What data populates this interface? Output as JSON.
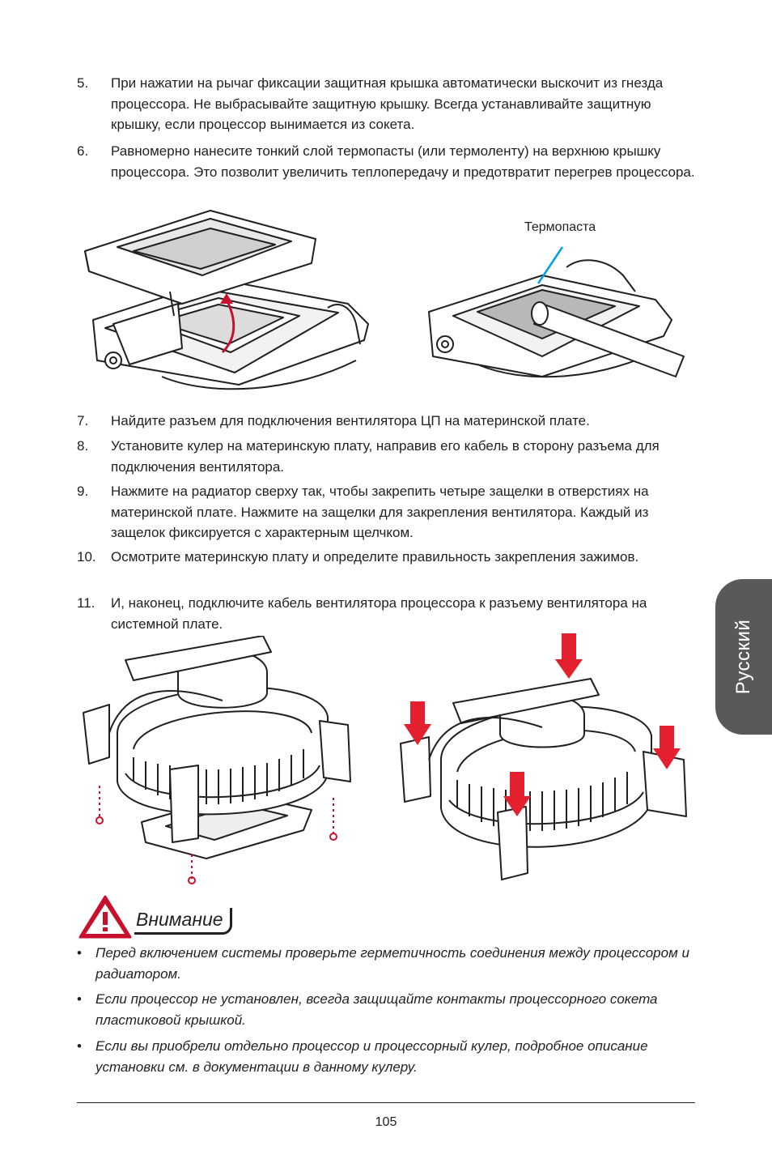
{
  "side_tab": {
    "label": "Русский"
  },
  "steps_top": [
    {
      "num": "5.",
      "text": "При нажатии на рычаг фиксации защитная крышка автоматически выскочит из гнезда процессора. Не выбрасывайте защитную крышку. Всегда устанавливайте защитную крышку, если процессор вынимается из сокета."
    },
    {
      "num": "6.",
      "text": "Равномерно нанесите тонкий слой термопасты (или термоленту) на верхнюю крышку процессора. Это позволит увеличить теплопередачу и предотвратит перегрев процессора."
    }
  ],
  "figure1": {
    "label_thermal_paste": "Термопаста"
  },
  "steps_middle": [
    {
      "num": "7.",
      "text": "Найдите разъем для подключения вентилятора ЦП на материнской плате."
    },
    {
      "num": "8.",
      "text": "Установите кулер на материнскую плату, направив его кабель в сторону разъема для подключения вентилятора."
    },
    {
      "num": "9.",
      "text": "Нажмите на радиатор сверху так, чтобы закрепить четыре защелки в отверстиях на материнской плате. Нажмите на защелки для закрепления вентилятора. Каждый из защелок фиксируется с характерным щелчком."
    },
    {
      "num": "10.",
      "text": "Осмотрите материнскую плату и определите правильность закрепления зажимов."
    },
    {
      "num": "11.",
      "text": "И, наконец, подключите кабель вентилятора процессора к разъему вентилятора на системной плате."
    }
  ],
  "warning": {
    "title": "Внимание",
    "bullets": [
      "Перед включением системы проверьте герметичность соединения между процессором и радиатором.",
      "Если процессор не установлен, всегда защищайте контакты процессорного сокета пластиковой крышкой.",
      "Если вы приобрели отдельно процессор и процессорный кулер, подробное описание установки см. в документации в данному кулеру."
    ]
  },
  "bullet_char": "•",
  "page_number": "105",
  "colors": {
    "tab": "#595959",
    "arrow_red": "#e4202e",
    "paste_gray": "#b8b8b8",
    "callout_blue": "#00a0e3",
    "warning_red": "#c8102e"
  }
}
